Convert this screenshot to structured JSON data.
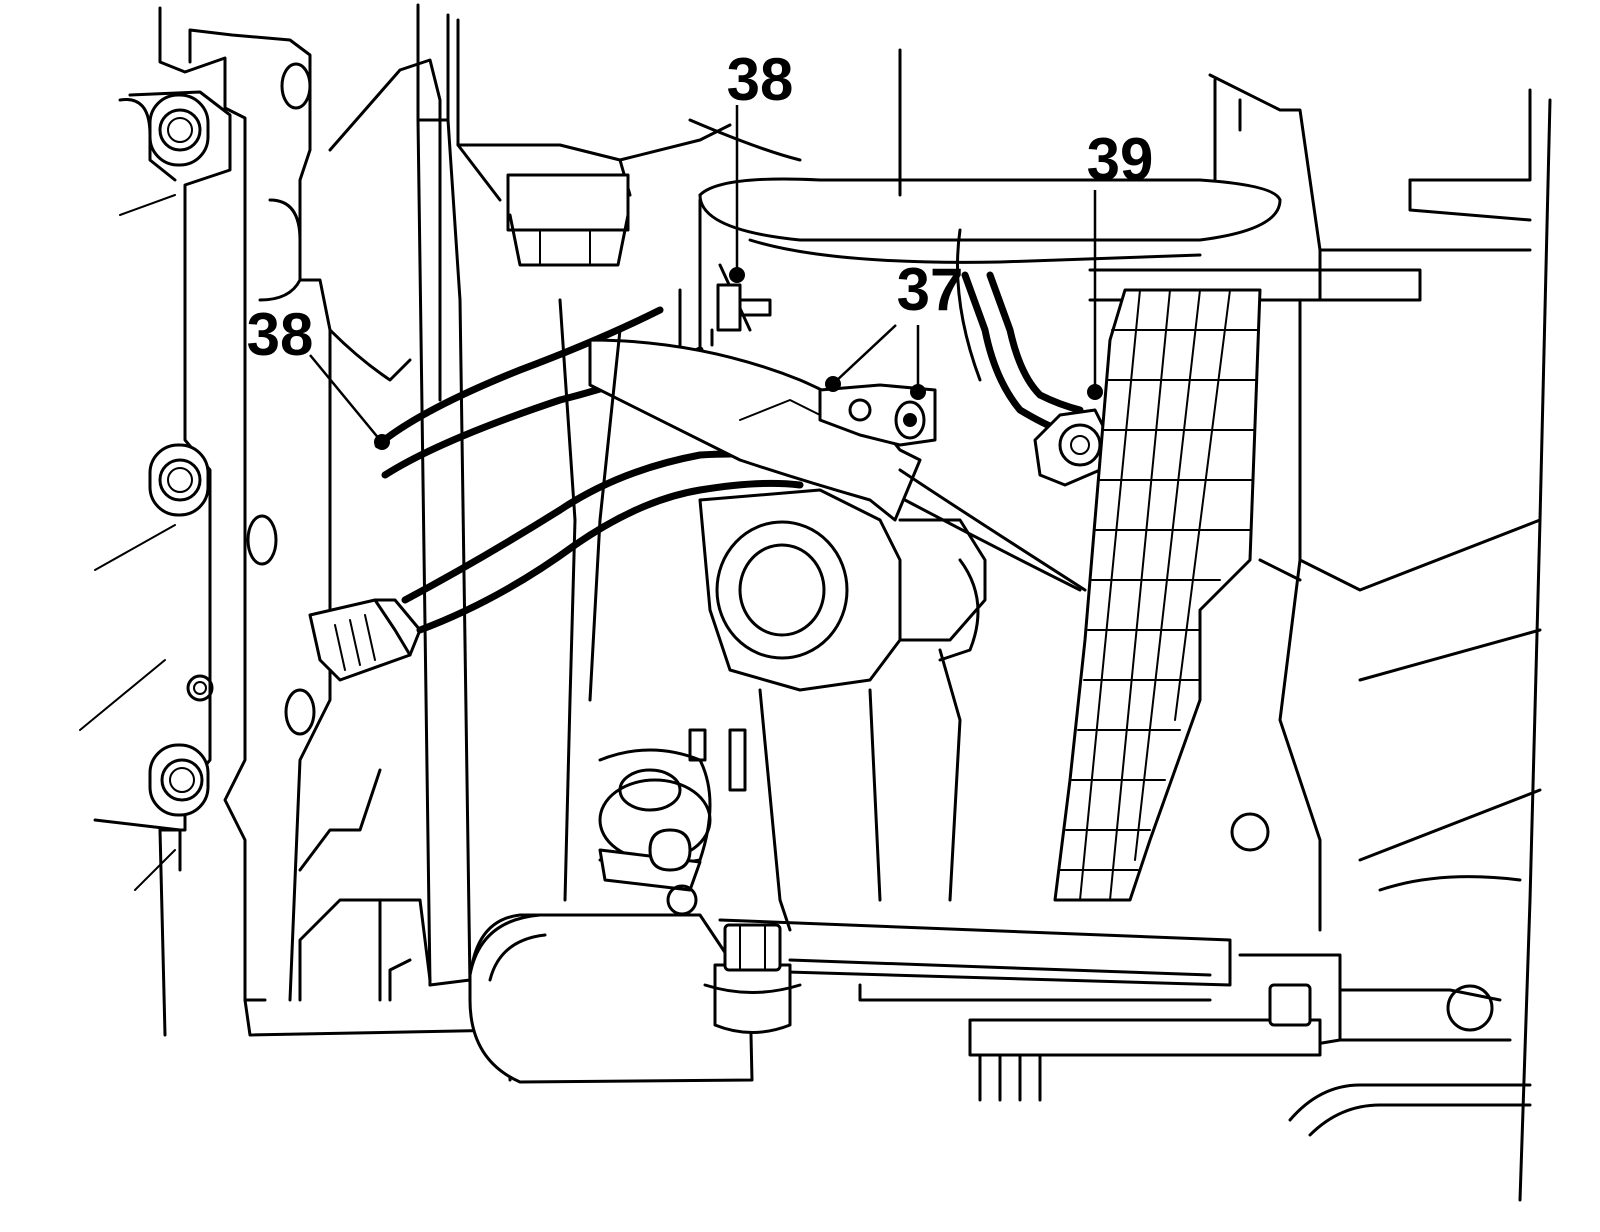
{
  "callouts": [
    {
      "id": "c38-top",
      "text": "38"
    },
    {
      "id": "c38-left",
      "text": "38"
    },
    {
      "id": "c37",
      "text": "37"
    },
    {
      "id": "c39",
      "text": "39"
    }
  ]
}
